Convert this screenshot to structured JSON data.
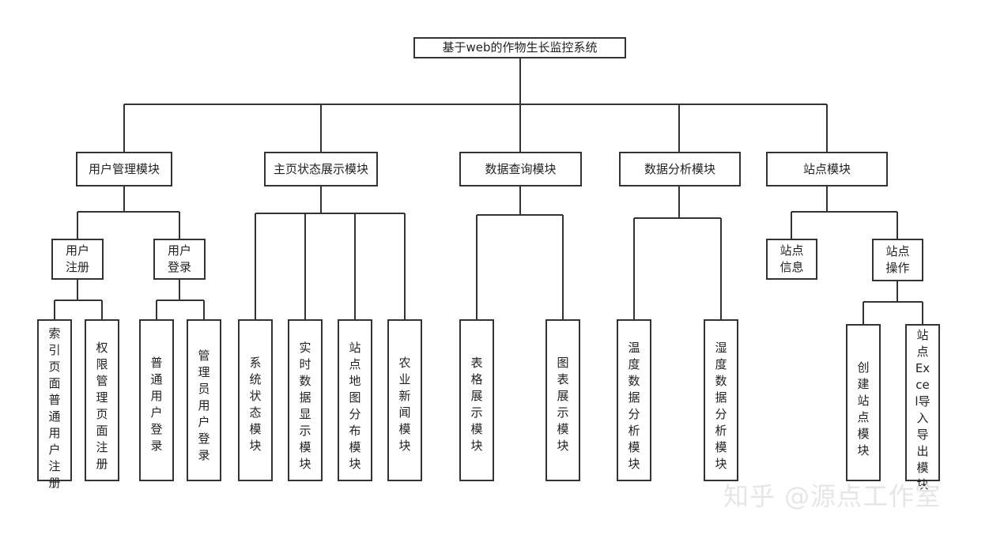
{
  "diagram": {
    "root": "基于web的作物生长监控系统",
    "modules": [
      "用户管理模块",
      "主页状态展示模块",
      "数据查询模块",
      "数据分析模块",
      "站点模块"
    ],
    "user": {
      "register": "用户注册",
      "login": "用户登录",
      "register_children": [
        "索引页面普通用户注册",
        "权限管理页面注册"
      ],
      "login_children": [
        "普通用户登录",
        "管理员用户登录"
      ]
    },
    "home_children": [
      "系统状态模块",
      "实时数据显示模块",
      "站点地图分布模块",
      "农业新闻模块"
    ],
    "query_children": [
      "表格展示模块",
      "图表展示模块"
    ],
    "analysis_children": [
      "温度数据分析模块",
      "湿度数据分析模块"
    ],
    "site": {
      "info": "站点信息",
      "ops": "站点操作",
      "ops_children": [
        "创建站点模块",
        "站点Excel导入导出模块"
      ]
    }
  },
  "watermark": "知乎 @源点工作室"
}
